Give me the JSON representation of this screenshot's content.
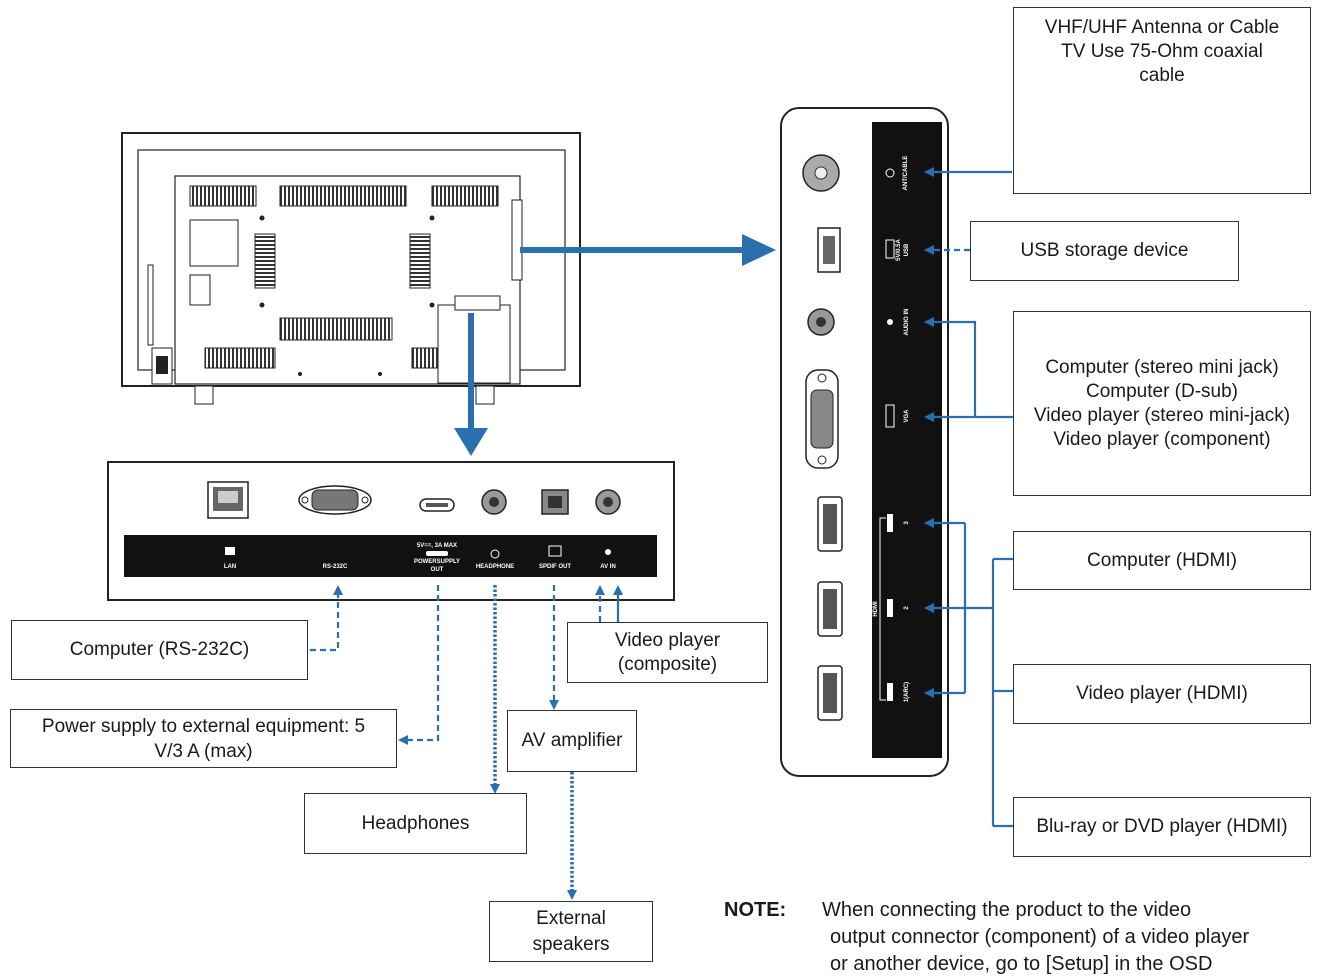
{
  "labels": {
    "antenna_line1": "VHF/UHF Antenna or Cable",
    "antenna_line2": "TV Use 75-Ohm coaxial",
    "antenna_line3": "cable",
    "usb": "USB storage device",
    "audio_line1": "Computer (stereo mini jack)",
    "audio_line2": "Computer (D-sub)",
    "audio_line3": "Video player (stereo mini-jack)",
    "audio_line4": "Video player (component)",
    "hdmi_computer": "Computer (HDMI)",
    "hdmi_video": "Video player (HDMI)",
    "hdmi_bluray": "Blu-ray or DVD player (HDMI)",
    "rs232c": "Computer (RS-232C)",
    "power_line1": "Power supply to external equipment: 5",
    "power_line2": "V/3 A (max)",
    "composite_line1": "Video player",
    "composite_line2": "(composite)",
    "av_amp": "AV amplifier",
    "headphones": "Headphones",
    "speakers_line1": "External",
    "speakers_line2": "speakers"
  },
  "bottom_panel_ports": {
    "lan": "LAN",
    "rs232c": "RS-232C",
    "power_top": "5V==, 3A MAX",
    "power": "POWERSUPPLY",
    "power_out": "OUT",
    "headphone": "HEADPHONE",
    "spdif": "SPDIF OUT",
    "av_in": "AV IN"
  },
  "side_panel_ports": {
    "ant": "ANT/CABLE",
    "usb": "USB",
    "usb_power": "5V/0.5A",
    "audio_in": "AUDIO IN",
    "vga": "VGA",
    "hdmi3": "3",
    "hdmi2": "2",
    "hdmi1": "1(ARC)",
    "hdmi_group": "HDMI"
  },
  "note": {
    "head": "NOTE:",
    "line1": "When connecting the product to the video",
    "line2": "output connector (component) of a video player",
    "line3": "or another device, go to [Setup] in the OSD"
  },
  "colors": {
    "arrow_blue": "#2a6fb0",
    "panel_black": "#111111",
    "outline": "#333333"
  }
}
